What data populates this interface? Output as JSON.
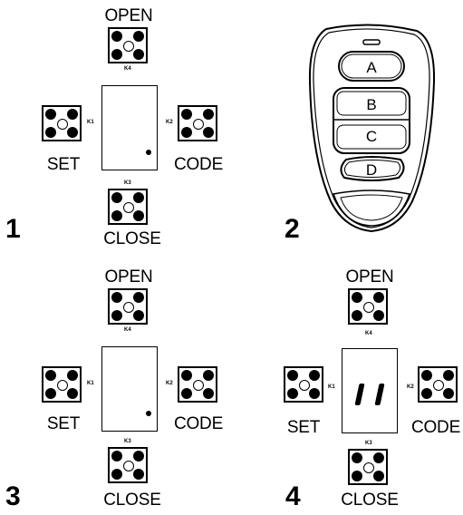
{
  "panels": [
    {
      "step": "1",
      "labels": {
        "open": "OPEN",
        "set": "SET",
        "code": "CODE",
        "close": "CLOSE"
      },
      "keys": {
        "top": "K4",
        "left": "K1",
        "right": "K2",
        "bottom": "K3"
      },
      "display": "led"
    },
    {
      "step": "2",
      "remote_buttons": [
        "A",
        "B",
        "C",
        "D"
      ]
    },
    {
      "step": "3",
      "labels": {
        "open": "OPEN",
        "set": "SET",
        "code": "CODE",
        "close": "CLOSE"
      },
      "keys": {
        "top": "K4",
        "left": "K1",
        "right": "K2",
        "bottom": "K3"
      },
      "display": "led"
    },
    {
      "step": "4",
      "labels": {
        "open": "OPEN",
        "set": "SET",
        "code": "CODE",
        "close": "CLOSE"
      },
      "keys": {
        "top": "K4",
        "left": "K1",
        "right": "K2",
        "bottom": "K3"
      },
      "display": "segments"
    }
  ]
}
